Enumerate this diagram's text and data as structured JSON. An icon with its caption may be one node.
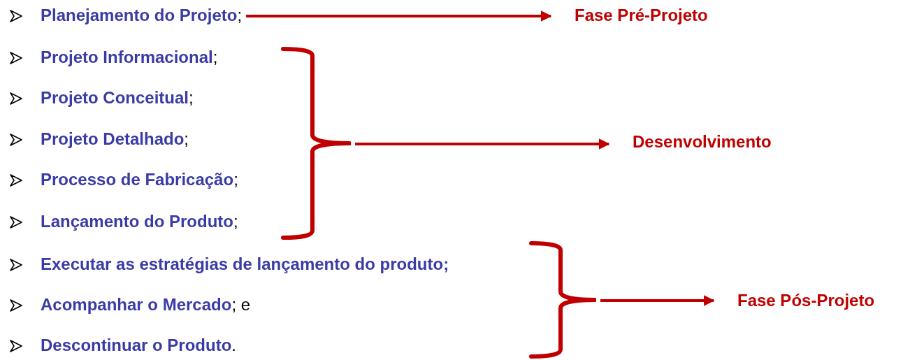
{
  "diagram": {
    "nodes": [
      {
        "text": [
          "**Planejamento do Projeto**;"
        ]
      },
      {
        "text": [
          "Fase Pré-Projeto"
        ]
      },
      {
        "text": [
          "**Projeto Informacional**;"
        ]
      },
      {
        "text": [
          "**Projeto Conceitual**;"
        ]
      },
      {
        "text": [
          "**Projeto Detalhado**;"
        ]
      },
      {
        "text": [
          "**Processo de Fabricação**;"
        ]
      },
      {
        "text": [
          "**Lançamento do Produto**;"
        ]
      },
      {
        "text": [],
        "shape": "brace"
      },
      {
        "text": [
          "Desenvolvimento"
        ]
      },
      {
        "text": [
          "Executar as estratégias de lançamento do produto;"
        ]
      },
      {
        "text": [
          "**Acompanhar o Mercado**; e"
        ]
      },
      {
        "text": [
          "**Descontinuar o Produto**."
        ]
      },
      {
        "text": [],
        "shape": "brace"
      },
      {
        "text": [
          "Fase Pós-Projeto"
        ]
      }
    ],
    "edges": [
      {
        "from": 0,
        "to": 1,
        "arrow": "to"
      },
      {
        "from": 7,
        "to": 8,
        "arrow": "to"
      },
      {
        "from": 12,
        "to": 13,
        "arrow": "to"
      }
    ]
  }
}
